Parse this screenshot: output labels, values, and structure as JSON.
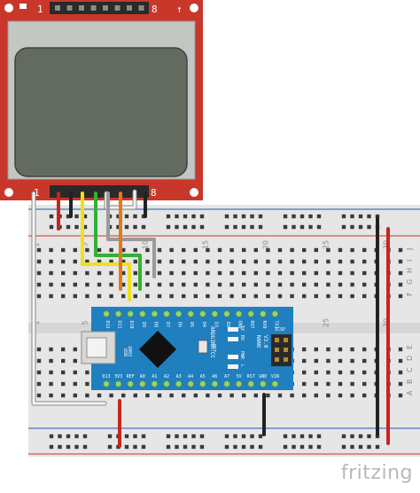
{
  "brand": "fritzing",
  "lcd": {
    "pin_first": "1",
    "pin_last": "8",
    "arrow": "↑"
  },
  "breadboard": {
    "columns": [
      "1",
      "5",
      "10",
      "15",
      "20",
      "25",
      "30"
    ],
    "rows_top": [
      "J",
      "I",
      "H",
      "G",
      "F"
    ],
    "rows_bottom": [
      "E",
      "D",
      "C",
      "B",
      "A"
    ]
  },
  "arduino": {
    "title": "ARDUINO.CC",
    "model": "NANO",
    "version": "V3.0",
    "icsp": "ICSP",
    "top_pins": [
      "D12",
      "D11",
      "D10",
      "D9",
      "D8",
      "D7",
      "D6",
      "D5",
      "D4",
      "D3",
      "D2",
      "GND",
      "RST",
      "RX0",
      "TX1"
    ],
    "bottom_pins": [
      "D13",
      "3V3",
      "REF",
      "A0",
      "A1",
      "A2",
      "A3",
      "A4",
      "A5",
      "A6",
      "A7",
      "5V",
      "RST",
      "GND",
      "VIN"
    ],
    "leds": [
      "TX",
      "RX",
      "PWR",
      "L"
    ],
    "rst_label": "RST",
    "usb_label": "USB",
    "chip_label": "2003"
  },
  "colors": {
    "pcb_red": "#c8372a",
    "screen": "#636a60",
    "arduino_blue": "#1f7fbf",
    "breadboard": "#e6e6e6",
    "rail_red": "#d9534f",
    "rail_blue": "#4a74c4",
    "wire_black": "#222222",
    "wire_red": "#c8241e",
    "wire_yellow": "#f0e020",
    "wire_green": "#33b033",
    "wire_orange": "#e07a1c",
    "wire_gray": "#9a9a9a",
    "wire_white": "#f4f4f4"
  }
}
